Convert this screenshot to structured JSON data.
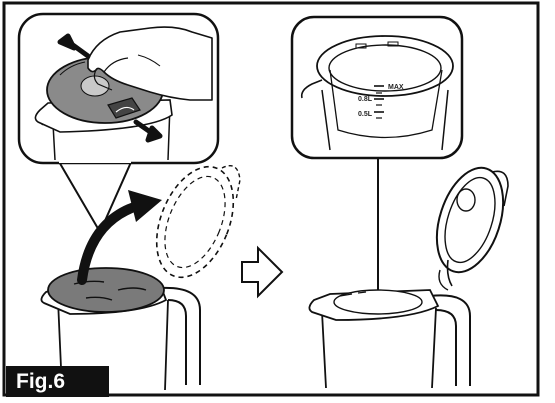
{
  "figure": {
    "label": "Fig.6",
    "gauge_max_label": "MAX",
    "gauge_mid_label": "0.8L",
    "gauge_low_label": "0.5L"
  },
  "colors": {
    "stroke": "#111111",
    "lid_fill": "#7a7a7a",
    "background": "#ffffff",
    "label_bg": "#111111"
  }
}
